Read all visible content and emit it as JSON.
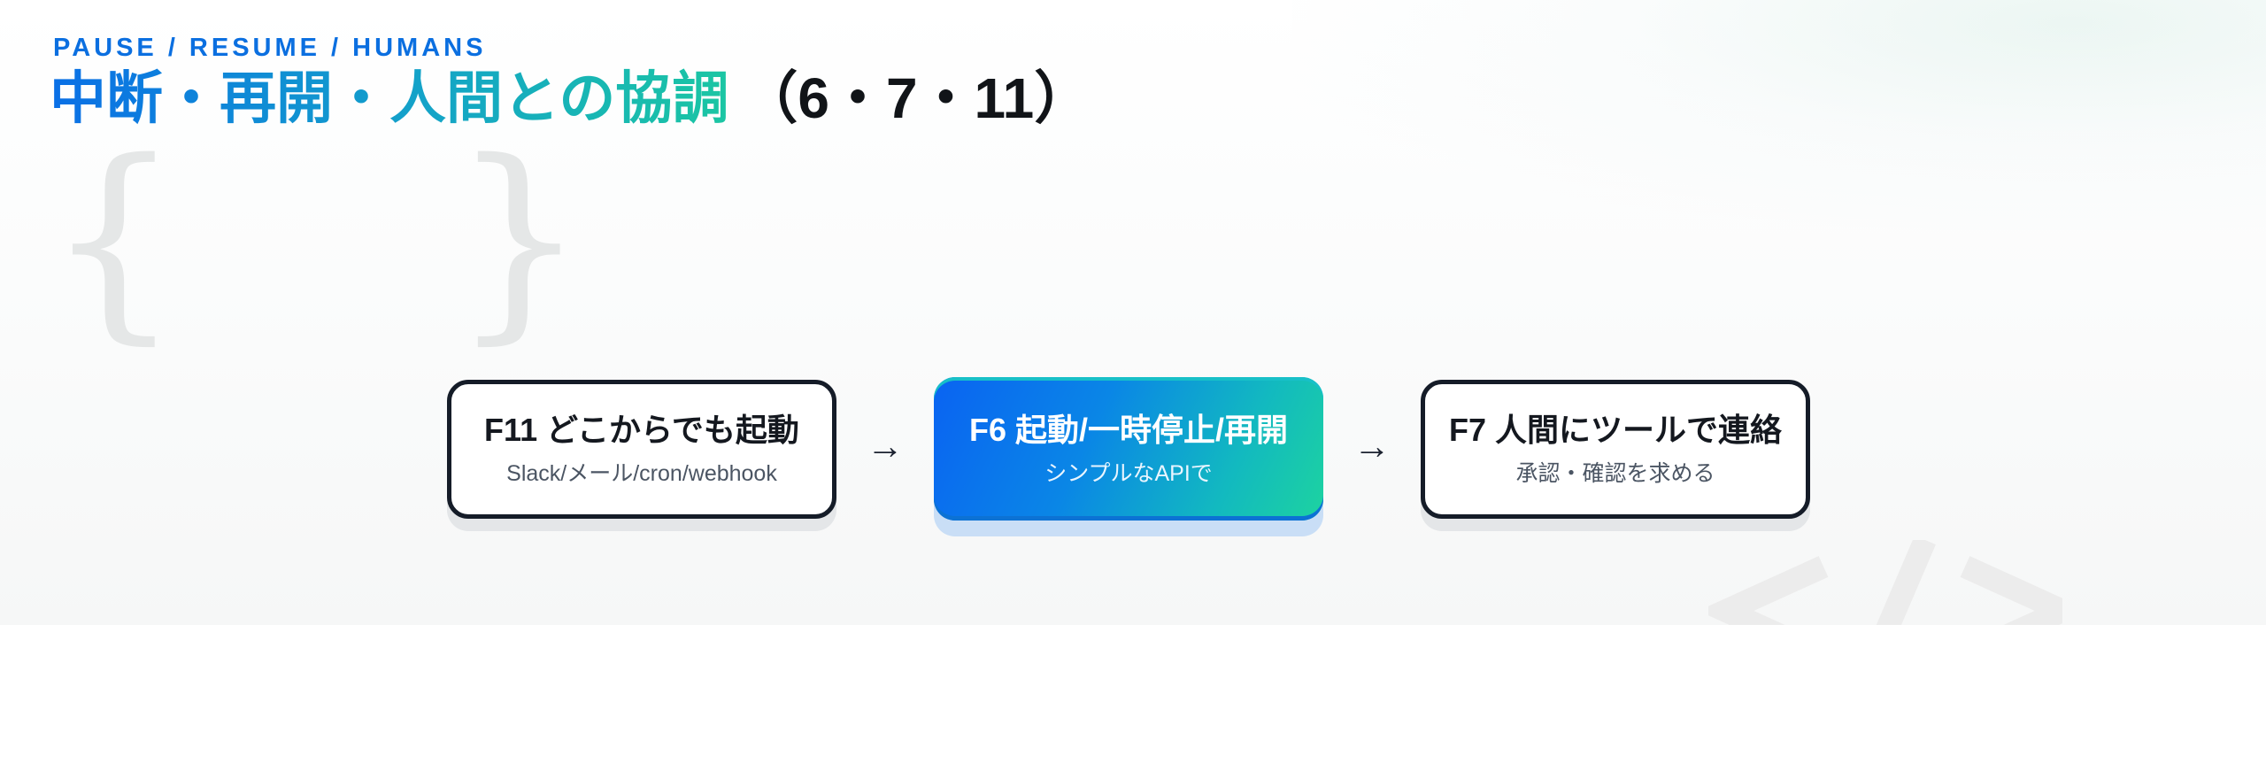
{
  "header": {
    "eyebrow": "PAUSE / RESUME / HUMANS",
    "title_main": "中断・再開・人間との協調",
    "title_suffix": "（6・7・11）"
  },
  "decoration": {
    "braces": "{ }",
    "tag_glyph": "</>"
  },
  "flow": {
    "arrow": "→",
    "steps": [
      {
        "title": "F11 どこからでも起動",
        "subtitle": "Slack/メール/cron/webhook",
        "highlighted": false
      },
      {
        "title": "F6 起動/一時停止/再開",
        "subtitle": "シンプルなAPIで",
        "highlighted": true
      },
      {
        "title": "F7 人間にツールで連絡",
        "subtitle": "承認・確認を求める",
        "highlighted": false
      }
    ]
  },
  "colors": {
    "accent_blue": "#0b6fe0",
    "accent_teal": "#1bc6a3",
    "card_border": "#151c28",
    "text_dark": "#111418",
    "text_muted": "#4b5563"
  }
}
